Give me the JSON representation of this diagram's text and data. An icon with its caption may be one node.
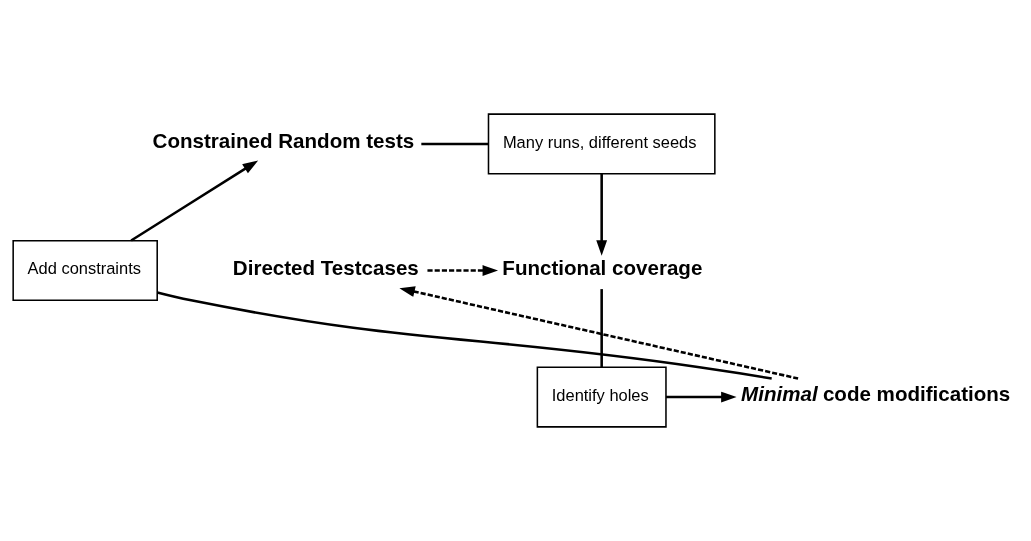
{
  "diagram": {
    "nodes": [
      {
        "text": [
          "Constrained Random tests"
        ]
      },
      {
        "text": [
          "Many runs, different seeds"
        ]
      },
      {
        "text": [
          "Functional coverage"
        ]
      },
      {
        "text": [
          "Identify holes"
        ]
      },
      {
        "text": [
          "*Minimal* code modifications"
        ]
      },
      {
        "text": [
          "Add constraints"
        ]
      },
      {
        "text": [
          "Directed Testcases"
        ]
      }
    ],
    "edges": [
      {
        "from": 0,
        "to": 1,
        "arrow": "none"
      },
      {
        "from": 1,
        "to": 2,
        "arrow": "to"
      },
      {
        "from": 2,
        "to": 3,
        "arrow": "none"
      },
      {
        "from": 3,
        "to": 4,
        "arrow": "to"
      },
      {
        "from": 4,
        "to": 5,
        "arrow": "none"
      },
      {
        "from": 5,
        "to": 0,
        "arrow": "to"
      },
      {
        "from": 4,
        "to": 6,
        "arrow": "to",
        "style": "dashed"
      },
      {
        "from": 6,
        "to": 2,
        "arrow": "to",
        "style": "dashed"
      }
    ]
  }
}
